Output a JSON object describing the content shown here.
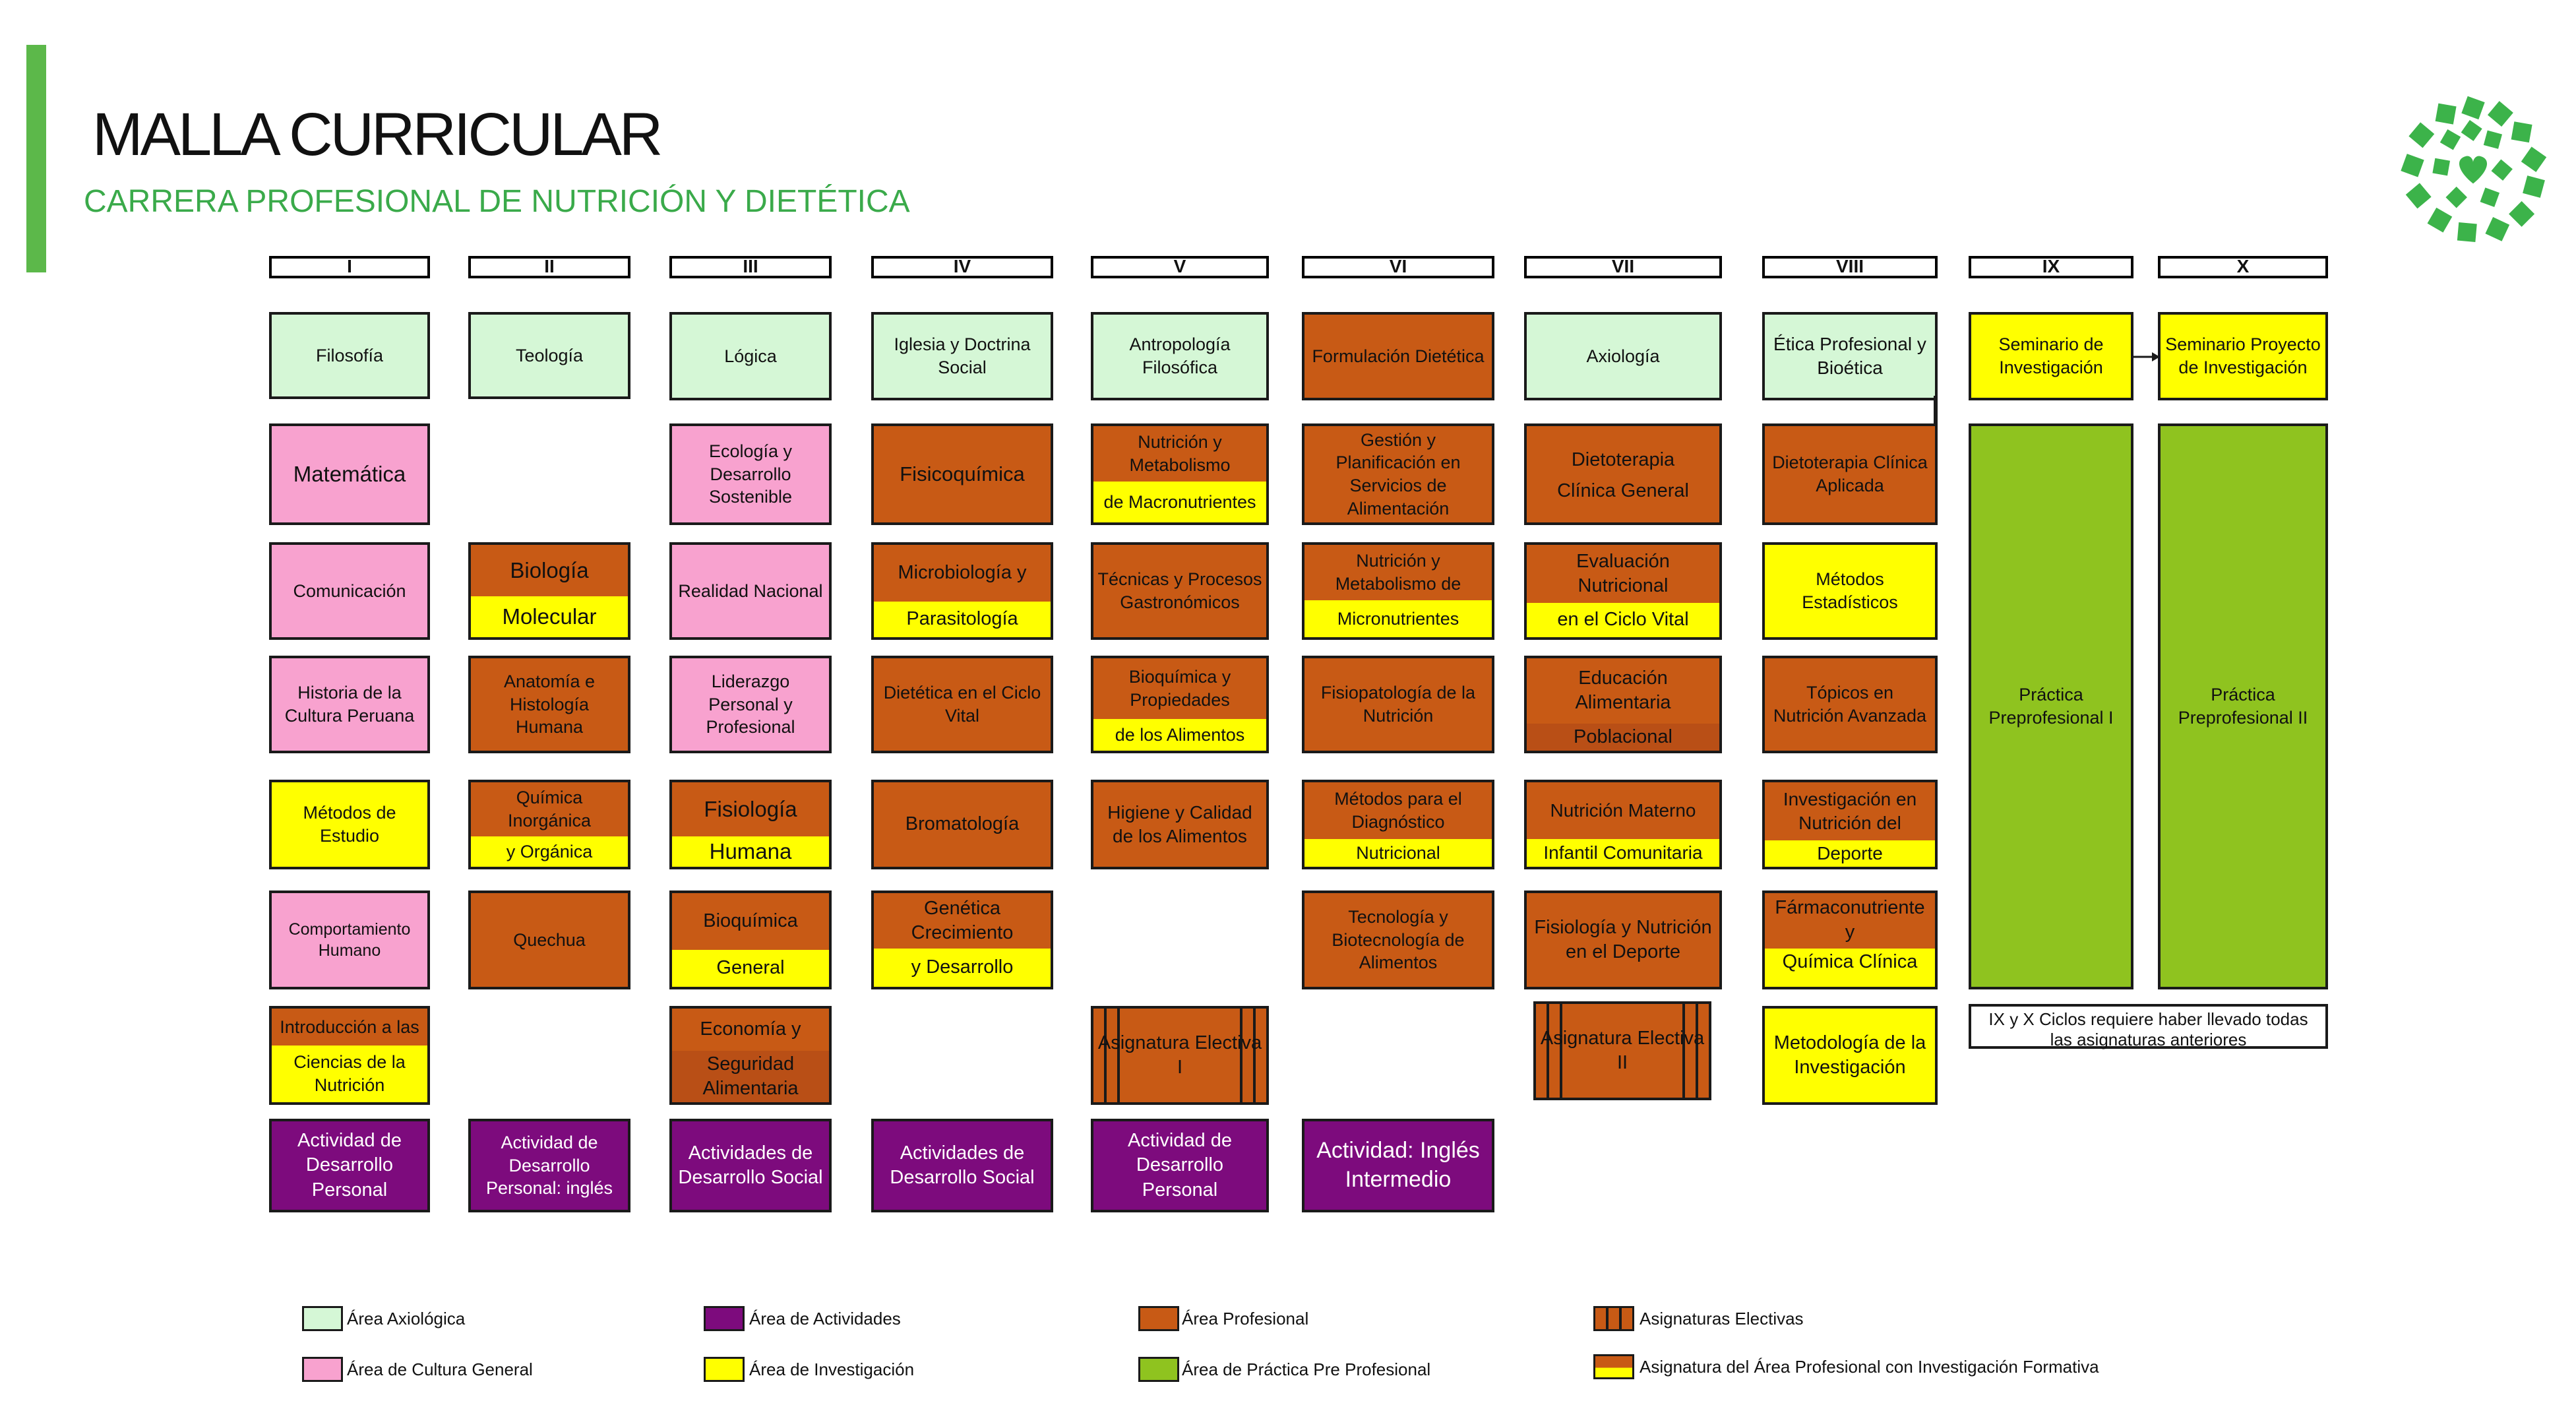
{
  "title": "MALLA CURRICULAR",
  "subtitle": "CARRERA PROFESIONAL DE NUTRICIÓN Y DIETÉTICA",
  "cycles": [
    "I",
    "II",
    "III",
    "IV",
    "V",
    "VI",
    "VII",
    "VIII",
    "IX",
    "X"
  ],
  "courses": {
    "c1": [
      "Filosofía",
      "Matemática",
      "Comunicación",
      "Historia de la Cultura Peruana",
      "Métodos de Estudio",
      "Comportamiento Humano",
      "Introducción a las",
      "Ciencias de la Nutrición",
      "Actividad de Desarrollo Personal"
    ],
    "c2": [
      "Teología",
      "Biología",
      "Molecular",
      "Anatomía e Histología Humana",
      "Química Inorgánica",
      "y Orgánica",
      "Quechua",
      "Actividad de Desarrollo Personal: inglés"
    ],
    "c3": [
      "Lógica",
      "Ecología y Desarrollo Sostenible",
      "Realidad Nacional",
      "Liderazgo Personal  y Profesional",
      "Fisiología",
      "Humana",
      "Bioquímica",
      "General",
      "Economía y",
      "Seguridad Alimentaria",
      "Actividades de Desarrollo Social"
    ],
    "c4": [
      "Iglesia y Doctrina Social",
      "Fisicoquímica",
      "Microbiología y",
      "Parasitología",
      "Dietética en el Ciclo Vital",
      "Bromatología",
      "Genética Crecimiento",
      "y Desarrollo",
      "Actividades de Desarrollo Social"
    ],
    "c5": [
      "Antropología Filosófica",
      "Nutrición y Metabolismo",
      "de Macronutrientes",
      "Técnicas y Procesos Gastronómicos",
      "Bioquímica y Propiedades",
      "de los Alimentos",
      "Higiene y Calidad de los Alimentos",
      "Asignatura Electiva I",
      "Actividad de Desarrollo Personal"
    ],
    "c6": [
      "Formulación Dietética",
      "Gestión y Planificación en Servicios de Alimentación",
      "Nutrición y Metabolismo de",
      "Micronutrientes",
      "Fisiopatología de la Nutrición",
      "Métodos para el Diagnóstico",
      "Nutricional",
      "Tecnología y Biotecnología de Alimentos",
      "Actividad: Inglés Intermedio"
    ],
    "c7": [
      "Axiología",
      "Dietoterapia",
      "Clínica General",
      "Evaluación Nutricional",
      "en el Ciclo Vital",
      "Educación Alimentaria",
      "Poblacional",
      "Nutrición Materno",
      "Infantil Comunitaria",
      "Fisiología y Nutrición en el Deporte",
      "Asignatura Electiva II"
    ],
    "c8": [
      "Ética Profesional y Bioética",
      "Dietoterapia Clínica Aplicada",
      "Métodos Estadísticos",
      "Tópicos en Nutrición Avanzada",
      "Investigación en Nutrición del",
      "Deporte",
      "Fármaconutriente y",
      "Química Clínica",
      "Metodología de la Investigación"
    ],
    "c9": [
      "Seminario de Investigación",
      "Práctica Preprofesional I"
    ],
    "c10": [
      "Seminario Proyecto de Investigación",
      "Práctica Preprofesional II"
    ]
  },
  "note": "IX y X Ciclos requiere haber llevado todas las asignaturas anteriores",
  "legend": [
    {
      "label": "Área Axiológica",
      "color": "#d5f7d6"
    },
    {
      "label": "Área de Actividades",
      "color": "#7d0b7d"
    },
    {
      "label": "Área Profesional",
      "color": "#c85a15"
    },
    {
      "label": "Asignaturas Electivas",
      "color": "#c85a15"
    },
    {
      "label": "Área de Cultura General",
      "color": "#f8a2cf"
    },
    {
      "label": "Área de Investigación",
      "color": "#ffff00"
    },
    {
      "label": "Área de Práctica Pre Profesional",
      "color": "#8fc31f"
    },
    {
      "label": "Asignatura del Área Profesional con Investigación Formativa",
      "color": "#c85a15"
    }
  ],
  "colors": {
    "accent": "#5cb84a",
    "subtitle": "#3aaa4a",
    "axiologica": "#d5f7d6",
    "cultura": "#f8a2cf",
    "profesional": "#c85a15",
    "investigacion": "#ffff00",
    "actividades": "#7d0b7d",
    "practica": "#8fc31f"
  },
  "logo_icon": "green-leaf-wreath-logo"
}
